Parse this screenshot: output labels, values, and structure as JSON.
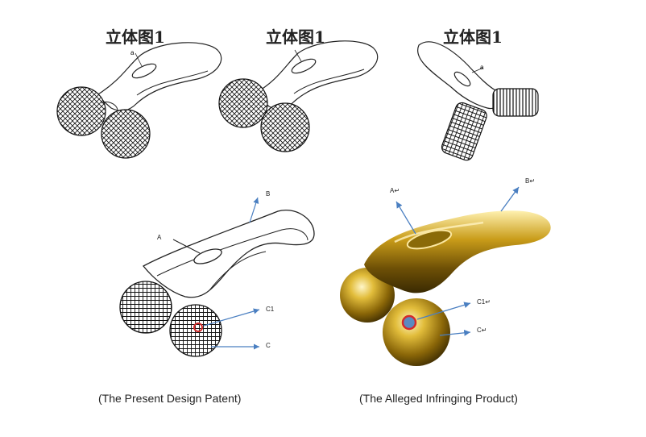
{
  "figure_titles": [
    "立体图1",
    "立体图1",
    "立体图1"
  ],
  "patent_labels": {
    "a_top": "a",
    "a_top_right": "a",
    "A": "A",
    "B": "B",
    "C1": "C1",
    "C": "C"
  },
  "product_labels": {
    "A": "A↵",
    "B": "B↵",
    "C1": "C1↵",
    "C": "C↵"
  },
  "captions": {
    "left": "(The Present Design Patent)",
    "right": "(The Alleged Infringing Product)"
  },
  "colors": {
    "arrow": "#4a7fc1",
    "marker": "#d42a2a",
    "gold": "#b8920e"
  }
}
